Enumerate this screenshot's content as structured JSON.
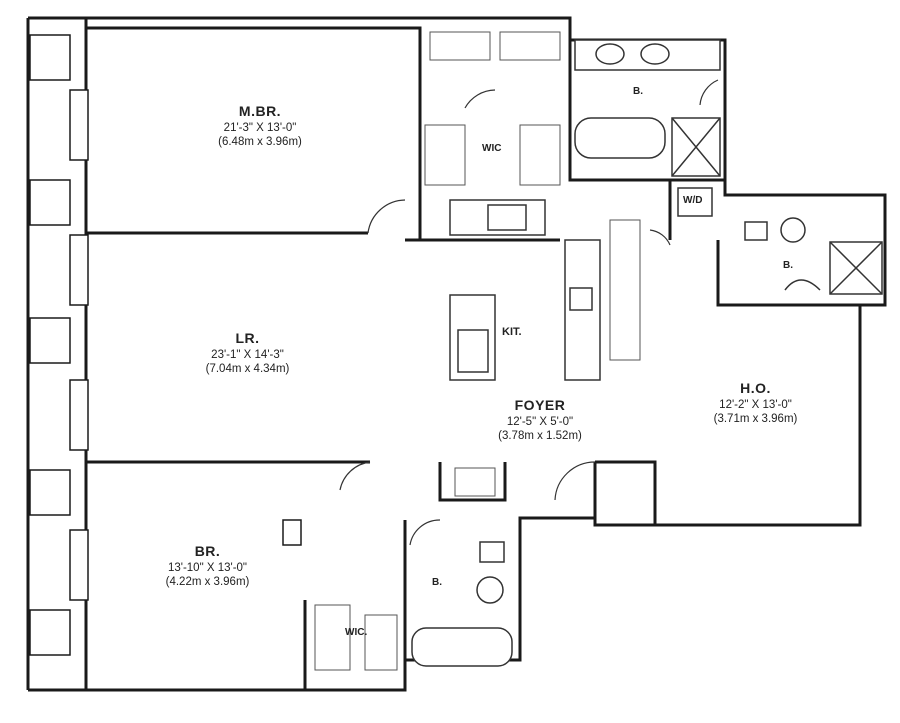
{
  "rooms": {
    "master_bedroom": {
      "name": "M.BR.",
      "dim_ft": "21'-3\" X 13'-0\"",
      "dim_m": "(6.48m x 3.96m)"
    },
    "living_room": {
      "name": "LR.",
      "dim_ft": "23'-1\" X 14'-3\"",
      "dim_m": "(7.04m x 4.34m)"
    },
    "bedroom": {
      "name": "BR.",
      "dim_ft": "13'-10\" X 13'-0\"",
      "dim_m": "(4.22m x 3.96m)"
    },
    "foyer": {
      "name": "FOYER",
      "dim_ft": "12'-5\" X 5'-0\"",
      "dim_m": "(3.78m x 1.52m)"
    },
    "home_office": {
      "name": "H.O.",
      "dim_ft": "12'-2\" X 13'-0\"",
      "dim_m": "(3.71m x 3.96m)"
    }
  },
  "labels": {
    "kitchen": "KIT.",
    "wic_master": "WIC",
    "wic_bedroom": "WIC.",
    "washer_dryer": "W/D",
    "bath_master": "B.",
    "bath_office": "B.",
    "bath_bedroom": "B."
  },
  "colors": {
    "wall": "#1a1a1a",
    "fixture": "#333333",
    "hatch": "#555555",
    "background": "#ffffff"
  }
}
